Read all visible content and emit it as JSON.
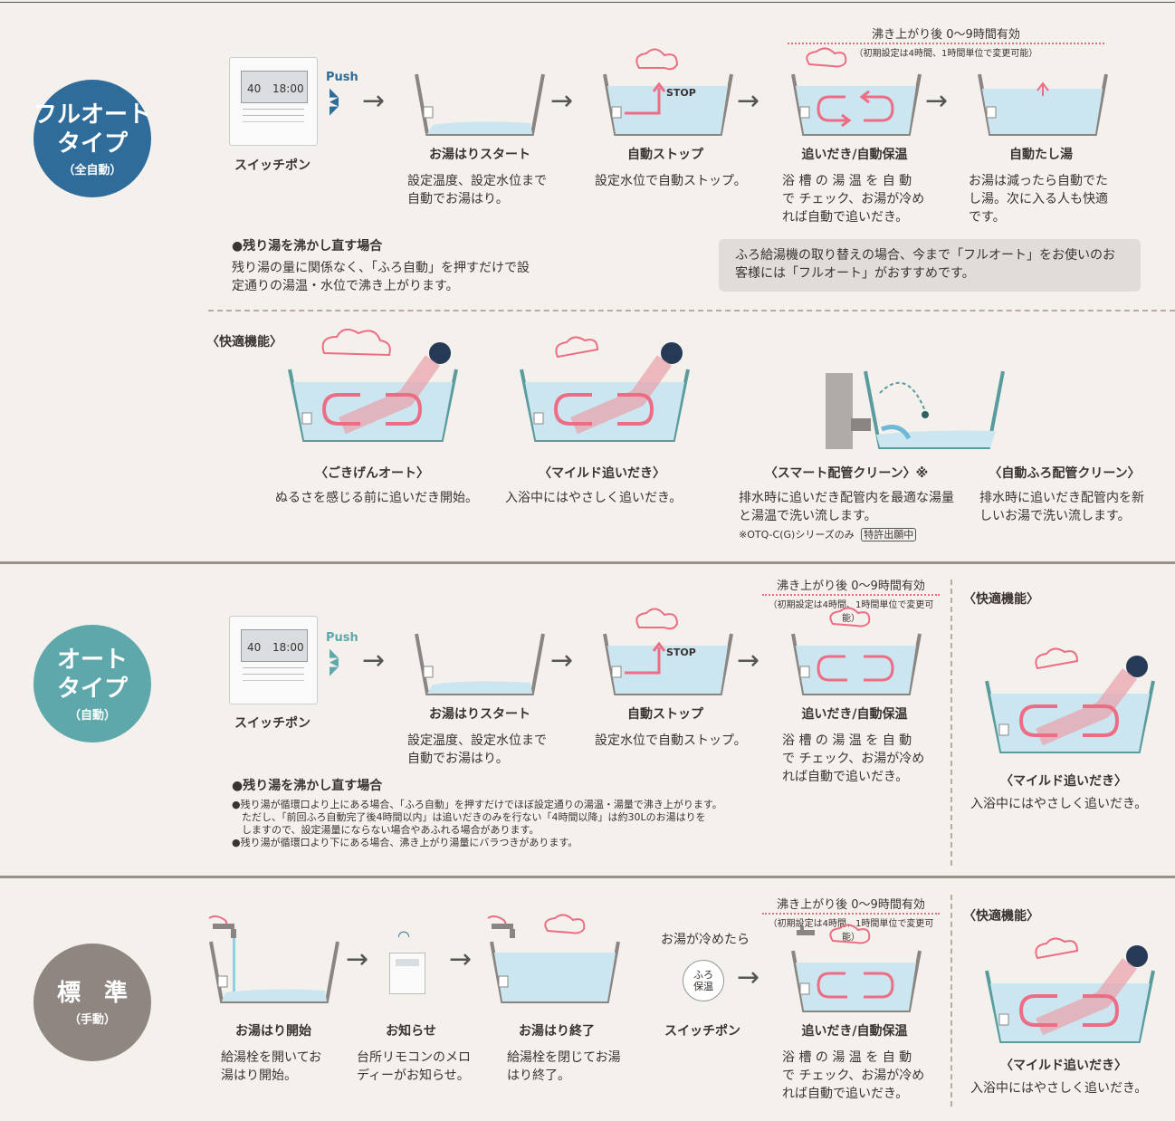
{
  "sections": {
    "full_auto": {
      "circle_title": "フルオート\nタイプ",
      "circle_sub": "（全自動）",
      "color": "#2f6c9a",
      "switch_label": "スイッチポン",
      "push": "Push",
      "remote_time": "18:00",
      "remote_temp": "40",
      "boiled_title": "沸き上がり後 0〜9時間有効",
      "boiled_sub": "（初期設定は4時間、1時間単位で変更可能）",
      "steps": [
        {
          "title": "お湯はりスタート",
          "desc": "設定温度、設定水位まで自動でお湯はり。"
        },
        {
          "title": "自動ストップ",
          "desc": "設定水位で自動ストップ。"
        },
        {
          "title": "追いだき/自動保温",
          "desc": "浴 槽 の 湯 温 を 自 動 で チェック、お湯が冷めれば自動で追いだき。"
        },
        {
          "title": "自動たし湯",
          "desc": "お湯は減ったら自動でたし湯。次に入る人も快適です。"
        }
      ],
      "stop_label": "STOP",
      "reheat_heading": "●残り湯を沸かし直す場合",
      "reheat_text": "残り湯の量に関係なく、「ふろ自動」を押すだけで設定通りの湯温・水位で沸き上がります。",
      "recommend_box": "ふろ給湯機の取り替えの場合、今まで「フルオート」をお使いのお客様には「フルオート」がおすすめです。",
      "comfort_heading": "〈快適機能〉",
      "comfort": [
        {
          "title": "〈ごきげんオート〉",
          "desc": "ぬるさを感じる前に追いだき開始。"
        },
        {
          "title": "〈マイルド追いだき〉",
          "desc": "入浴中にはやさしく追いだき。"
        },
        {
          "title": "〈スマート配管クリーン〉※",
          "desc": "排水時に追いだき配管内を最適な湯量と湯温で洗い流します。",
          "note": "※OTQ-C(G)シリーズのみ",
          "patent": "特許出願中"
        },
        {
          "title": "〈自動ふろ配管クリーン〉",
          "desc": "排水時に追いだき配管内を新しいお湯で洗い流します。"
        }
      ]
    },
    "auto": {
      "circle_title": "オート\nタイプ",
      "circle_sub": "（自動）",
      "color": "#5ea8ab",
      "switch_label": "スイッチポン",
      "push": "Push",
      "remote_time": "18:00",
      "remote_temp": "40",
      "boiled_title": "沸き上がり後 0〜9時間有効",
      "boiled_sub": "（初期設定は4時間、1時間単位で変更可能）",
      "steps": [
        {
          "title": "お湯はりスタート",
          "desc": "設定温度、設定水位まで自動でお湯はり。"
        },
        {
          "title": "自動ストップ",
          "desc": "設定水位で自動ストップ。"
        },
        {
          "title": "追いだき/自動保温",
          "desc": "浴 槽 の 湯 温 を 自 動 で チェック、お湯が冷めれば自動で追いだき。"
        }
      ],
      "stop_label": "STOP",
      "reheat_heading": "●残り湯を沸かし直す場合",
      "reheat_lines": [
        "●残り湯が循環口より上にある場合、「ふろ自動」を押すだけでほぼ設定通りの湯温・湯量で沸き上がります。",
        "　ただし、「前回ふろ自動完了後4時間以内」は追いだきのみを行ない「4時間以降」は約30Lのお湯はりを",
        "　しますので、設定湯量にならない場合やあふれる場合があります。",
        "●残り湯が循環口より下にある場合、沸き上がり湯量にバラつきがあります。"
      ],
      "comfort_heading": "〈快適機能〉",
      "comfort": {
        "title": "〈マイルド追いだき〉",
        "desc": "入浴中にはやさしく追いだき。"
      }
    },
    "standard": {
      "circle_title": "標　準",
      "circle_sub": "（手動）",
      "color": "#8f8581",
      "boiled_title": "沸き上がり後 0〜9時間有効",
      "boiled_sub": "（初期設定は4時間、1時間単位で変更可能）",
      "cold_label": "お湯が冷めたら",
      "button_label": "ふろ\n保温",
      "steps": [
        {
          "title": "お湯はり開始",
          "desc": "給湯栓を開いてお湯はり開始。"
        },
        {
          "title": "お知らせ",
          "desc": "台所リモコンのメロディーがお知らせ。"
        },
        {
          "title": "お湯はり終了",
          "desc": "給湯栓を閉じてお湯はり終了。"
        },
        {
          "title": "スイッチポン",
          "desc": ""
        },
        {
          "title": "追いだき/自動保温",
          "desc": "浴 槽 の 湯 温 を 自 動 で チェック、お湯が冷めれば自動で追いだき。"
        }
      ],
      "comfort_heading": "〈快適機能〉",
      "comfort": {
        "title": "〈マイルド追いだき〉",
        "desc": "入浴中にはやさしく追いだき。"
      }
    }
  },
  "colors": {
    "water": "#cbe6f1",
    "tub": "#8a8580",
    "arrow_pink": "#ec6d84",
    "box": "#e0dcd7"
  }
}
